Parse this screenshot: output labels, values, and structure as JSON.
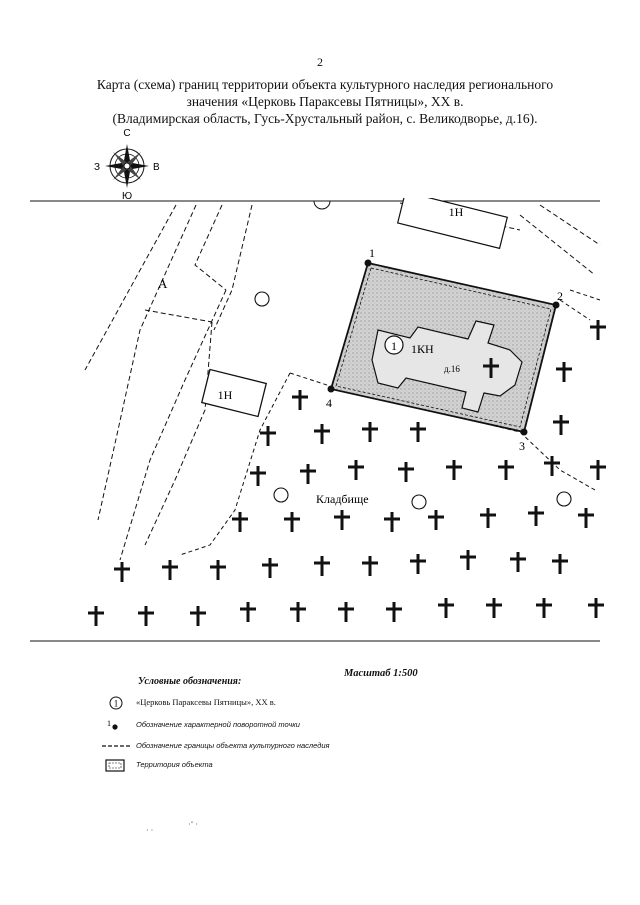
{
  "page_number": "2",
  "title_lines": [
    "Карта (схема) границ территории объекта культурного наследия регионального",
    "значения «Церковь Параксевы Пятницы», XX в.",
    "(Владимирская область, Гусь-Хрустальный район, с. Великодворье, д.16)."
  ],
  "compass": {
    "north": "С",
    "south": "Ю",
    "west": "З",
    "east": "В"
  },
  "map": {
    "labels": {
      "road": "А",
      "building_top": "1Н",
      "building_left": "1Н",
      "church": "1КН",
      "house_number": "д.16",
      "cemetery": "Кладбище",
      "object_number": "1"
    },
    "points": [
      {
        "id": "1",
        "label": "1"
      },
      {
        "id": "2",
        "label": "2"
      },
      {
        "id": "3",
        "label": "3"
      },
      {
        "id": "4",
        "label": "4"
      }
    ],
    "territory_fill": "#c9c9c9",
    "line_color": "#111111"
  },
  "scale": "Масштаб 1:500",
  "legend": {
    "title": "Условные обозначения:",
    "items": [
      {
        "symbol": "circle-number",
        "symbol_label": "1",
        "text": "«Церковь Параксевы Пятницы», XX в."
      },
      {
        "symbol": "point",
        "symbol_label": "1",
        "text": "Обозначение характерной поворотной точки"
      },
      {
        "symbol": "dashed-line",
        "text": "Обозначение границы объекта культурного наследия"
      },
      {
        "symbol": "territory-box",
        "text": "Территория объекта"
      }
    ]
  }
}
